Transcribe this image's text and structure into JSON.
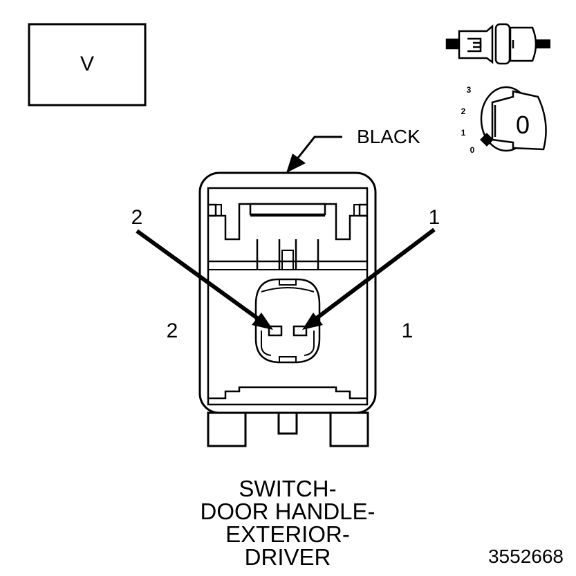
{
  "view_box": {
    "label": "V"
  },
  "color_label": "BLACK",
  "pins": {
    "arrow_left_label": "2",
    "arrow_right_label": "1",
    "side_left_label": "2",
    "side_right_label": "1"
  },
  "key_icon": {
    "positions": [
      "3",
      "2",
      "1",
      "0"
    ],
    "digit": "0"
  },
  "caption": {
    "line1": "SWITCH-",
    "line2": "DOOR HANDLE-",
    "line3": "EXTERIOR-",
    "line4": "DRIVER"
  },
  "figure_number": "3552668"
}
